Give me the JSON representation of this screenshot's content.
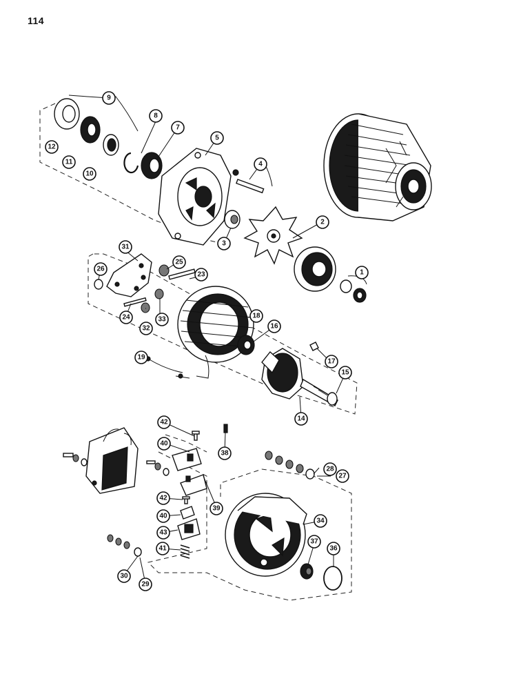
{
  "page": {
    "number": "114"
  },
  "callouts": [
    "1",
    "2",
    "3",
    "4",
    "5",
    "7",
    "8",
    "9",
    "10",
    "11",
    "12",
    "14",
    "15",
    "16",
    "17",
    "18",
    "19",
    "23",
    "24",
    "25",
    "26",
    "27",
    "28",
    "29",
    "30",
    "31",
    "32",
    "33",
    "34",
    "36",
    "37",
    "38",
    "39",
    "40",
    "40",
    "41",
    "42",
    "42",
    "43"
  ]
}
